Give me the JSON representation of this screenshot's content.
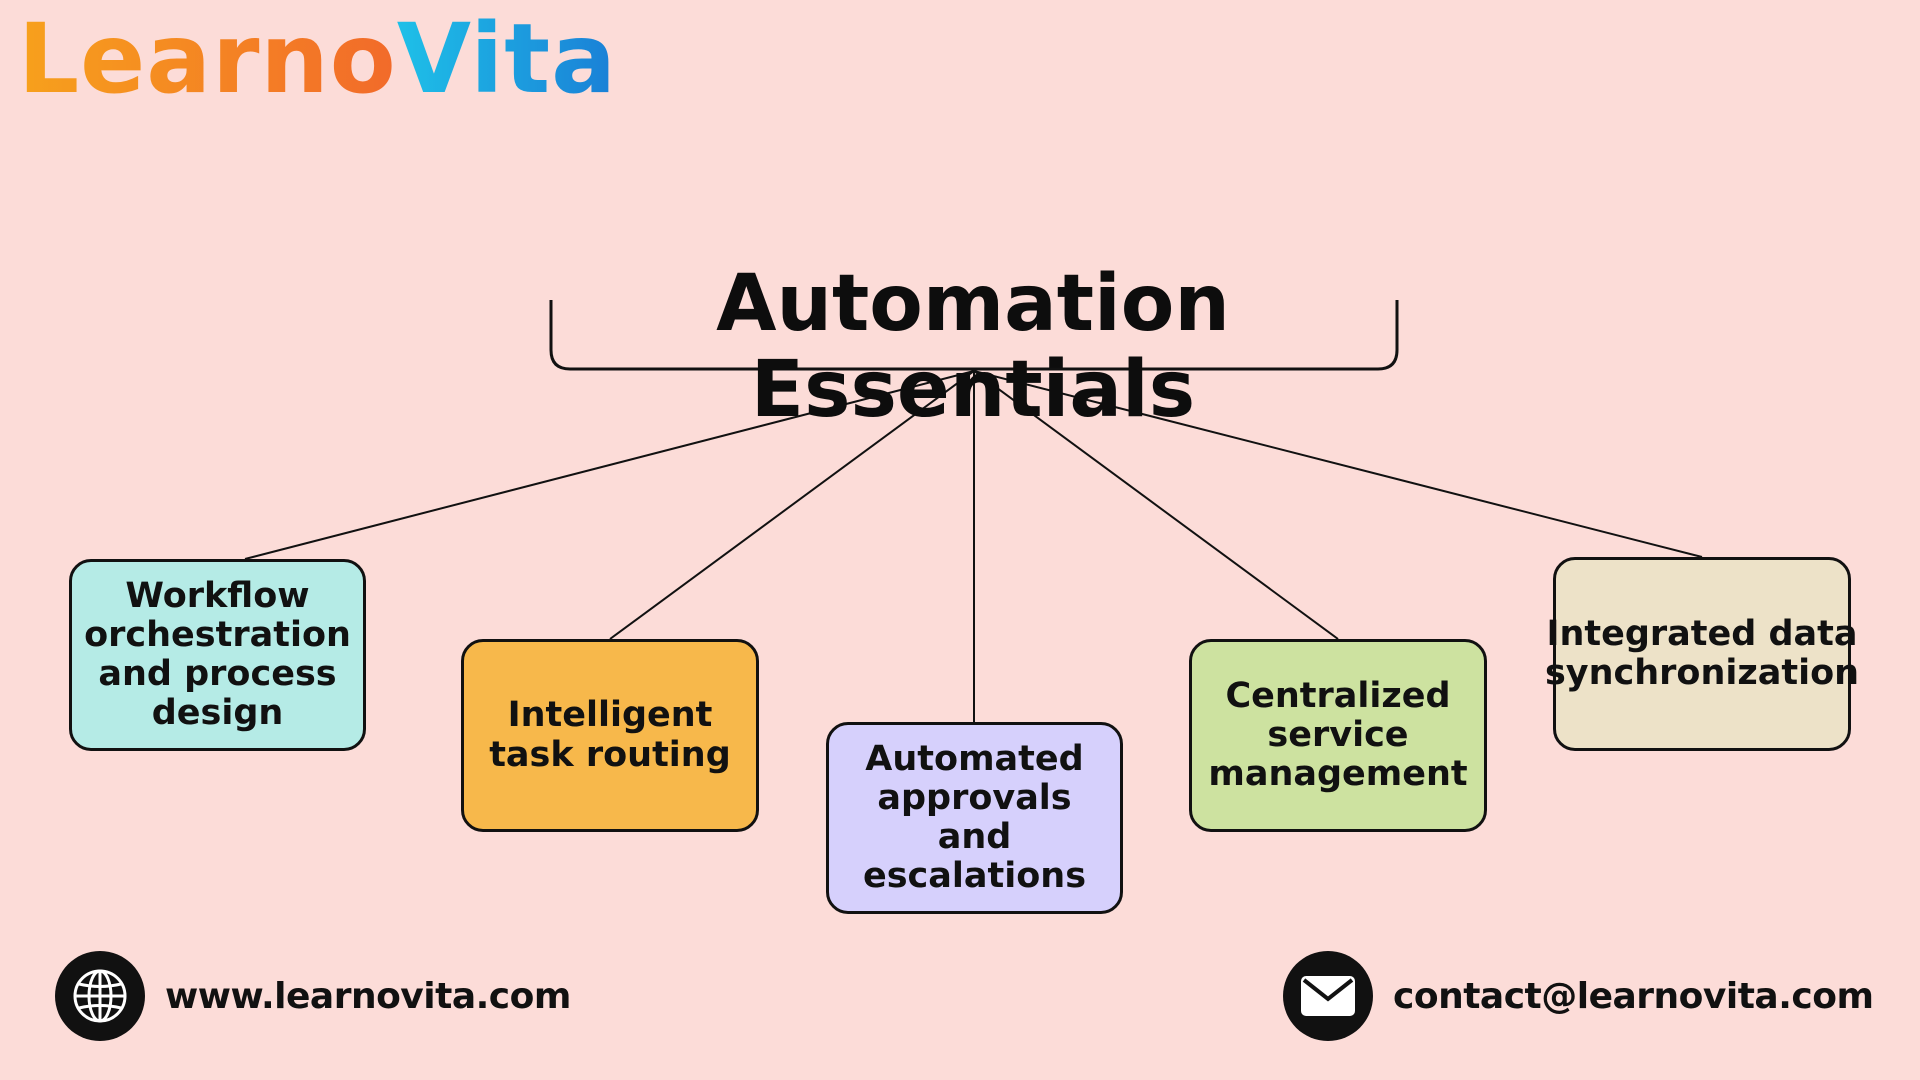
{
  "logo": {
    "part1": "Learno",
    "part2": "Vita"
  },
  "title": "Automation Essentials",
  "nodes": [
    {
      "label": "Workflow orchestration and process design",
      "color": "#b5ebe6"
    },
    {
      "label": "Intelligent task routing",
      "color": "#f7b84b"
    },
    {
      "label": "Automated approvals and escalations",
      "color": "#d6d0fc"
    },
    {
      "label": "Centralized service management",
      "color": "#cde2a0"
    },
    {
      "label": "Integrated data synchronization",
      "color": "#ede2c8"
    }
  ],
  "footer": {
    "website": "www.learnovita.com",
    "email": "contact@learnovita.com",
    "website_icon": "globe-icon",
    "email_icon": "envelope-icon"
  }
}
